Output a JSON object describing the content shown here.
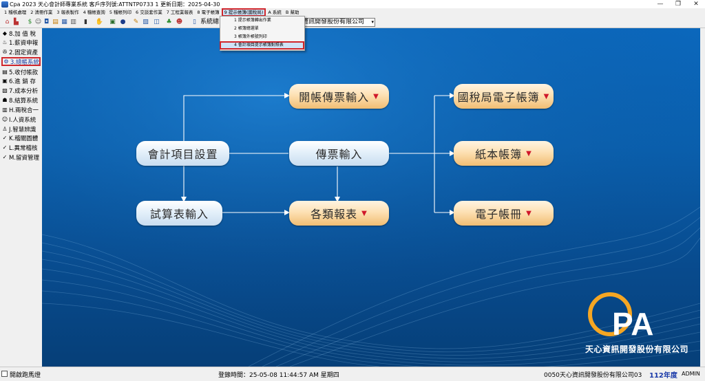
{
  "window": {
    "title": "Cpa 2023  天心會計師專業系統  客戶序列號:ATTNTP0733 1   更新日期：2025-04-30",
    "controls": [
      "—",
      "❐",
      "✕"
    ]
  },
  "menu": {
    "items": [
      "1 稽核處理",
      "2 清冊作業",
      "3 報表製作",
      "4 稽帳查詢",
      "5 稽帳列印",
      "6 交談套作業",
      "7 工程業報表",
      "8 電子帳簿",
      "9 提示帳簿(國稅局)",
      "A 系統",
      "B 幫助"
    ],
    "open_index": 8
  },
  "dropdown": {
    "items": [
      "1 提示帳簿轉出作業",
      "2 帳簿總選單",
      "3 帳簿外帳號列印",
      "4 會計項目提示帳簿對照表"
    ],
    "highlight_index": 3
  },
  "toolbar": {
    "icons": [
      "home-icon",
      "building-icon",
      "money-icon",
      "user-icon",
      "car-icon",
      "report-icon",
      "calendar-icon",
      "document-icon",
      "book-icon",
      "shake-icon",
      "display-icon",
      "globe-icon",
      "tools-icon",
      "chart-icon",
      "image-icon",
      "tree-icon",
      "user-group-icon",
      "ledger-icon"
    ],
    "label": "系統總",
    "company": "資訊開發股份有限公司"
  },
  "sidebar": {
    "items": [
      {
        "label": "8.加 值 稅",
        "icon": "tax-icon"
      },
      {
        "label": "1.薪資申報",
        "icon": "payroll-icon"
      },
      {
        "label": "2.固定資產",
        "icon": "asset-icon"
      },
      {
        "label": "3.總帳系統",
        "icon": "ledger-icon"
      },
      {
        "label": "5.收付帳款",
        "icon": "payment-icon"
      },
      {
        "label": "6.進 銷 存",
        "icon": "inventory-icon"
      },
      {
        "label": "7.成本分析",
        "icon": "cost-icon"
      },
      {
        "label": "8.結算系統",
        "icon": "settle-icon"
      },
      {
        "label": "H.兩稅合一",
        "icon": "tax2-icon"
      },
      {
        "label": "I.人資系統",
        "icon": "hr-icon"
      },
      {
        "label": "J.智慧辨識",
        "icon": "ai-icon"
      },
      {
        "label": "K.稽關圖體",
        "icon": "check-icon"
      },
      {
        "label": "L.異常稽核",
        "icon": "check2-icon"
      },
      {
        "label": "M.留資管理",
        "icon": "manage-icon"
      }
    ],
    "active_index": 3
  },
  "flow": {
    "left_top": "會計項目設置",
    "left_bottom": "試算表輸入",
    "mid_top": "開帳傳票輸入",
    "mid_center": "傳票輸入",
    "mid_bottom": "各類報表",
    "right_top": "國稅局電子帳簿",
    "right_mid": "紙本帳簿",
    "right_bottom": "電子帳冊",
    "dropdown_marker": "▼"
  },
  "brand": {
    "logo_letters": "PA",
    "company_name": "天心資訊開發股份有限公司"
  },
  "status": {
    "checkbox_label": "開啟跑馬燈",
    "login_time": "登錄時間：25-05-08 11:44:57 AM  星期四",
    "company": "0050天心資訊開發股份有限公司03",
    "year": "112年度",
    "user": "ADMIN"
  },
  "colors": {
    "accent_red": "#d0262b",
    "main_blue": "#0b68bd",
    "logo_orange": "#f5a623"
  }
}
